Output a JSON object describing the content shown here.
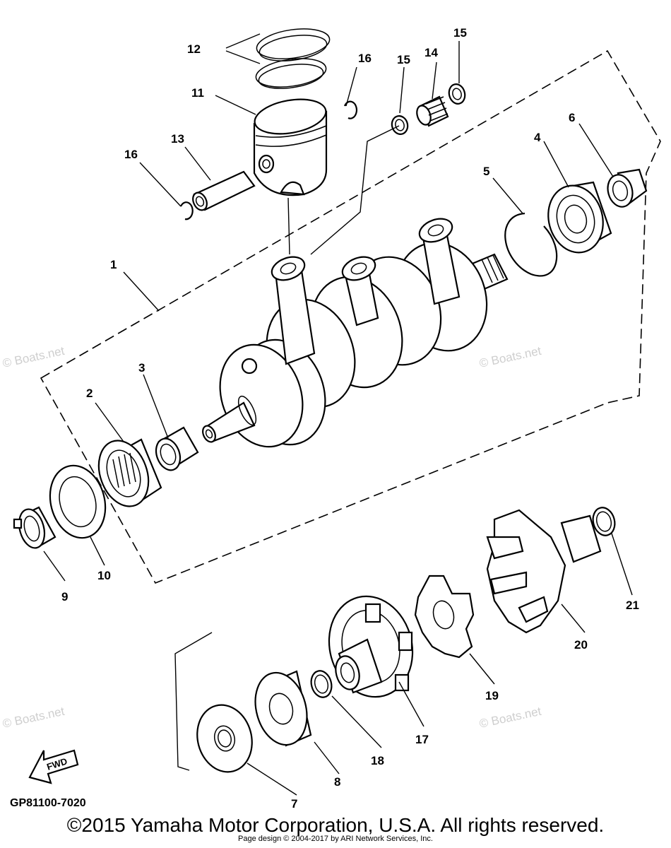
{
  "diagram": {
    "code": "GP81100-7020",
    "fwd_label": "FWD",
    "watermark": "© Boats.net",
    "copyright": "©2015 Yamaha Motor Corporation, U.S.A. All rights reserved.",
    "page_credit": "Page design © 2004-2017 by ARI Network Services, Inc."
  },
  "callouts": {
    "p1": "1",
    "p2": "2",
    "p3": "3",
    "p4": "4",
    "p5": "5",
    "p6": "6",
    "p7": "7",
    "p8": "8",
    "p9": "9",
    "p10": "10",
    "p11": "11",
    "p12": "12",
    "p13": "13",
    "p14": "14",
    "p15a": "15",
    "p15b": "15",
    "p16a": "16",
    "p16b": "16",
    "p17": "17",
    "p18": "18",
    "p19": "19",
    "p20": "20",
    "p21": "21"
  }
}
